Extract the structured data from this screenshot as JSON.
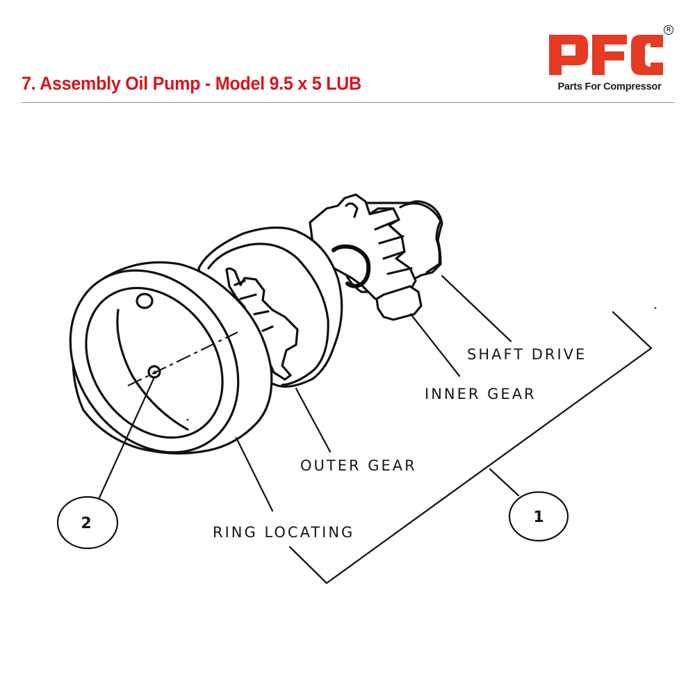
{
  "header": {
    "title": "7. Assembly Oil Pump - Model 9.5 x 5 LUB",
    "title_color": "#d9141e",
    "divider_color": "#8a8a8a"
  },
  "logo": {
    "text": "PFC",
    "registered_mark": "R",
    "tagline": "Parts For Compressor",
    "brand_color": "#e53a23",
    "tagline_color": "#1b1b1b"
  },
  "diagram": {
    "subject": "Oil pump assembly exploded view",
    "parts": [
      {
        "id": "shaft-drive",
        "label": "SHAFT DRIVE"
      },
      {
        "id": "inner-gear",
        "label": "INNER GEAR"
      },
      {
        "id": "outer-gear",
        "label": "OUTER GEAR"
      },
      {
        "id": "ring-locating",
        "label": "RING LOCATING"
      }
    ],
    "callouts": [
      {
        "number": "1",
        "refers_to": "Oil pump assembly group (shaft drive, inner gear, outer gear, ring locating)"
      },
      {
        "number": "2",
        "refers_to": "Pin in ring locating"
      }
    ]
  }
}
